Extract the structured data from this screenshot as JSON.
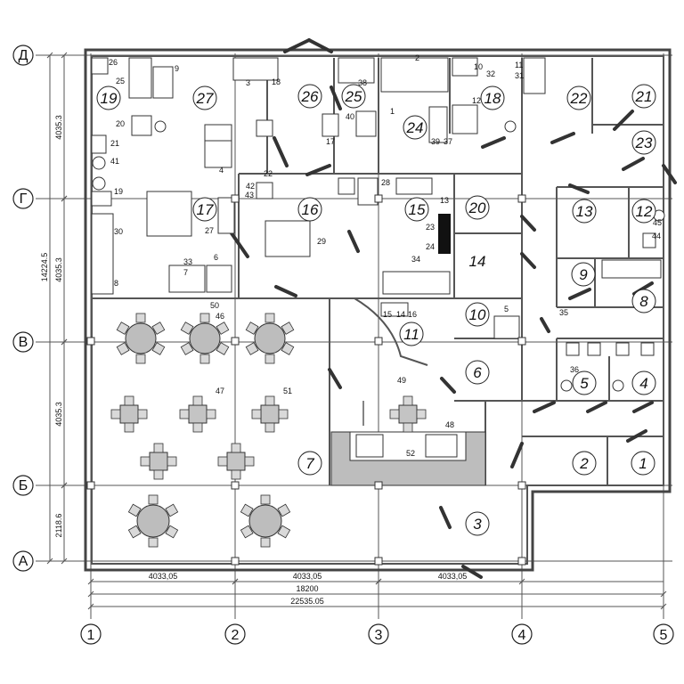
{
  "axes": {
    "vertical": [
      "1",
      "2",
      "3",
      "4",
      "5"
    ],
    "horizontal": [
      "Д",
      "Г",
      "В",
      "Б",
      "А"
    ]
  },
  "dimensions": {
    "bottom_spans": [
      "4033,05",
      "4033,05",
      "4033,05"
    ],
    "bottom_total_inner": "18200",
    "bottom_total_outer": "22535.05",
    "left_spans": [
      "4035.3",
      "4035.3",
      "4035.3",
      "2118.6"
    ],
    "left_total": "14224.5"
  },
  "rooms": [
    "1",
    "2",
    "3",
    "4",
    "5",
    "6",
    "7",
    "8",
    "9",
    "10",
    "11",
    "12",
    "13",
    "14",
    "15",
    "16",
    "17",
    "18",
    "19",
    "20",
    "21",
    "22",
    "23",
    "24",
    "25",
    "26",
    "27"
  ],
  "equipment_labels": [
    "1",
    "2",
    "3",
    "4",
    "5",
    "6",
    "7",
    "8",
    "9",
    "10",
    "11",
    "12",
    "13",
    "14",
    "15",
    "16",
    "17",
    "18",
    "19",
    "20",
    "21",
    "22",
    "23",
    "24",
    "25",
    "26",
    "27",
    "28",
    "29",
    "30",
    "31",
    "32",
    "33",
    "34",
    "35",
    "36",
    "37",
    "38",
    "39",
    "40",
    "41",
    "42",
    "43",
    "44",
    "45",
    "46",
    "47",
    "48",
    "49",
    "50",
    "51",
    "52"
  ]
}
